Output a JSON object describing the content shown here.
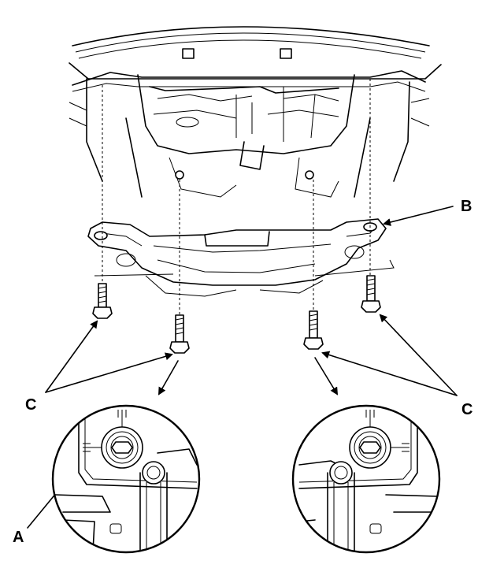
{
  "callouts": {
    "a": "A",
    "b": "B",
    "c_left": "C",
    "c_right": "C"
  }
}
